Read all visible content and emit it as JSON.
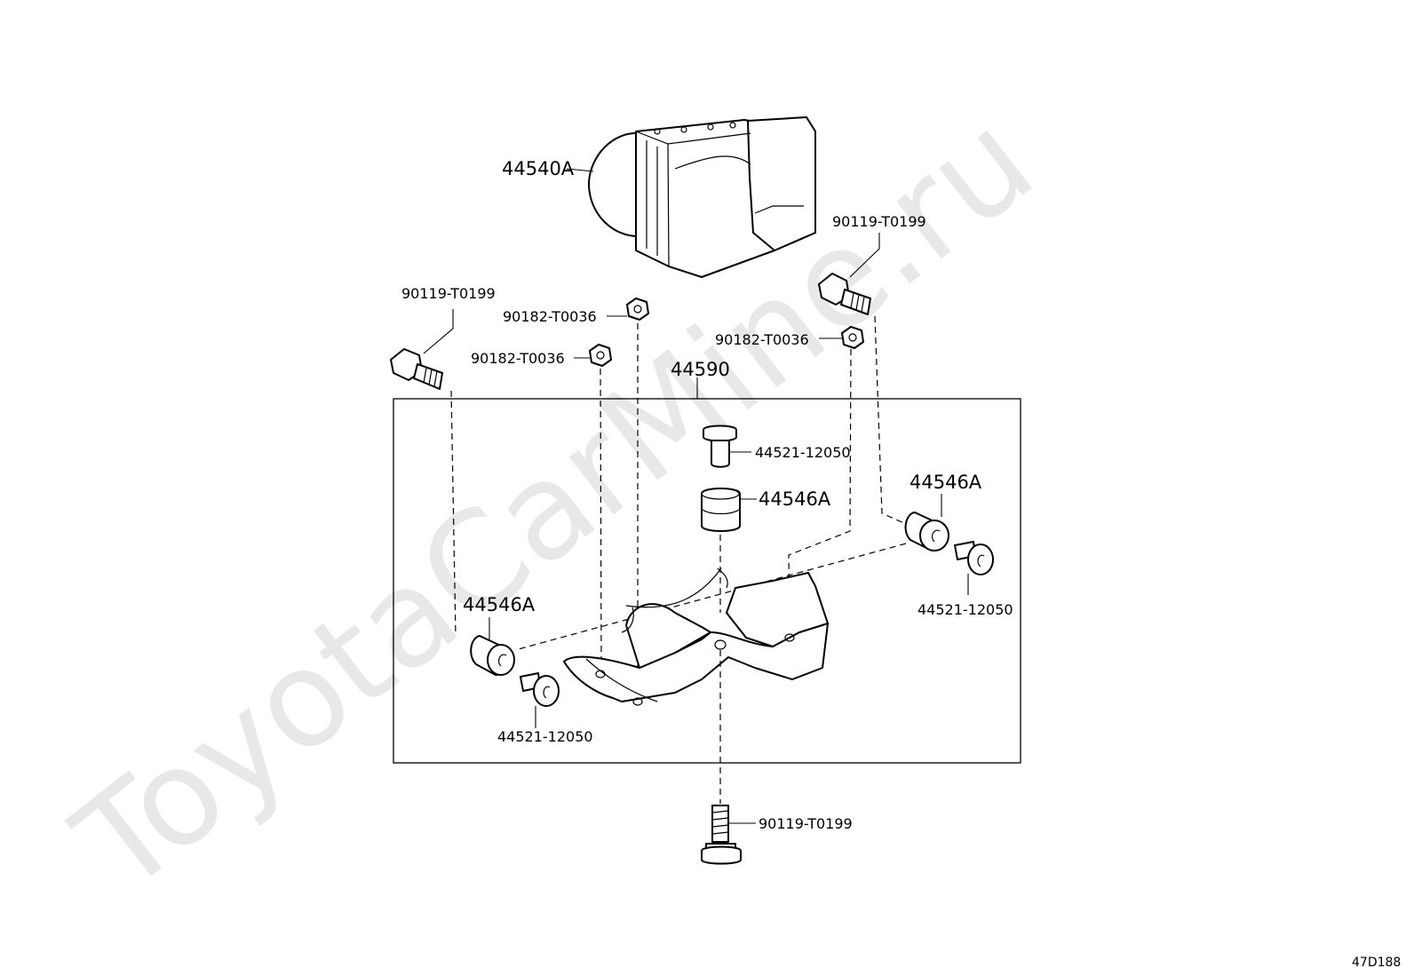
{
  "watermark": "ToyotaCarMine.ru",
  "figure_code": "47D188",
  "labels": {
    "actuator": "44540A",
    "bracket_assy": "44590",
    "bolt_top_left": "90119-T0199",
    "bolt_top_right": "90119-T0199",
    "bolt_bottom": "90119-T0199",
    "nut_upper": "90182-T0036",
    "nut_lower": "90182-T0036",
    "nut_right": "90182-T0036",
    "collar_top": "44521-12050",
    "collar_right": "44521-12050",
    "collar_left": "44521-12050",
    "cushion_center": "44546A",
    "cushion_right": "44546A",
    "cushion_left": "44546A"
  }
}
